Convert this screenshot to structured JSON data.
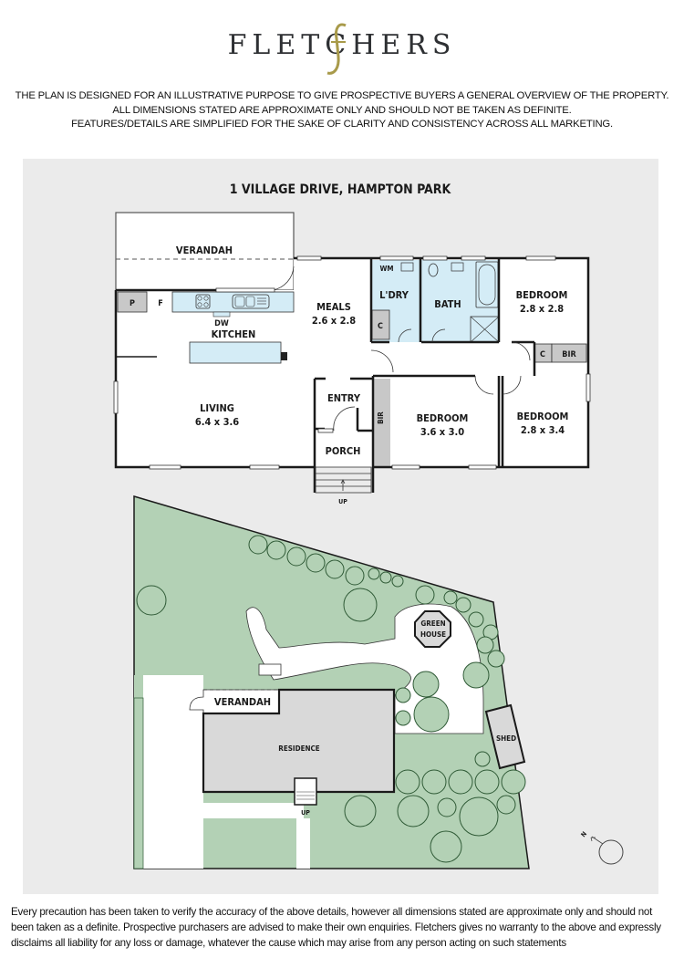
{
  "brand": {
    "logo_text": "FLETCHERS",
    "accent_color": "#a89a4a",
    "text_color": "#2e3033"
  },
  "header_disclaimer": {
    "line1": "THE PLAN IS DESIGNED FOR AN ILLUSTRATIVE PURPOSE TO GIVE PROSPECTIVE BUYERS A GENERAL OVERVIEW OF THE PROPERTY.",
    "line2": "ALL DIMENSIONS STATED ARE APPROXIMATE ONLY AND SHOULD NOT BE TAKEN AS DEFINITE.",
    "line3": "FEATURES/DETAILS ARE SIMPLIFIED FOR THE SAKE OF CLARITY AND CONSISTENCY ACROSS ALL MARKETING."
  },
  "plan": {
    "address": "1 VILLAGE DRIVE, HAMPTON PARK",
    "colors": {
      "panel_bg": "#ebebeb",
      "wet_area": "#d4ecf6",
      "storage": "#c8c8c8",
      "lawn": "#b3d1b5",
      "tree_stroke": "#2f5a36",
      "residence": "#d9d9d9"
    },
    "floor": {
      "verandah": "VERANDAH",
      "pantry": "P",
      "fridge": "F",
      "dishwasher": "DW",
      "kitchen": "KITCHEN",
      "meals_name": "MEALS",
      "meals_dim": "2.6 x 2.8",
      "washing_machine": "WM",
      "laundry": "L'DRY",
      "laundry_cupboard": "C",
      "bath": "BATH",
      "bed1_name": "BEDROOM",
      "bed1_dim": "2.8 x 2.8",
      "bed1_cupboard": "C",
      "bed1_bir": "BIR",
      "living_name": "LIVING",
      "living_dim": "6.4 x 3.6",
      "entry": "ENTRY",
      "porch": "PORCH",
      "hall_bir": "BIR",
      "bed2_name": "BEDROOM",
      "bed2_dim": "3.6 x 3.0",
      "bed3_name": "BEDROOM",
      "bed3_dim": "2.8 x 3.4",
      "stairs_up": "UP"
    },
    "site": {
      "greenhouse_line1": "GREEN",
      "greenhouse_line2": "HOUSE",
      "verandah": "VERANDAH",
      "residence": "RESIDENCE",
      "shed": "SHED",
      "stairs_up": "UP",
      "north_label": "N"
    }
  },
  "footer_disclaimer": "Every precaution has been taken to verify the accuracy of the above details, however all dimensions stated are approximate only and should not been taken as a definite. Prospective purchasers are advised to make their own enquiries. Fletchers gives no warranty to the above and expressly disclaims all liability for any loss or damage, whatever the cause which may arise from any person acting on such statements"
}
